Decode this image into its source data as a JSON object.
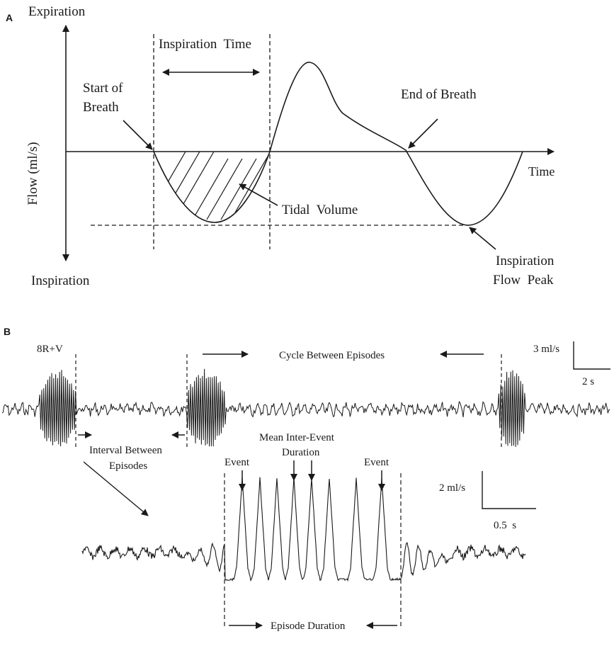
{
  "panel_a": {
    "label": "A",
    "expiration": "Expiration",
    "inspiration": "Inspiration",
    "flow_axis": "Flow (ml/s)",
    "time_axis": "Time",
    "inspiration_time": "Inspiration  Time",
    "start_of_breath": [
      "Start of",
      "Breath"
    ],
    "end_of_breath": "End of Breath",
    "tidal_volume": "Tidal  Volume",
    "inspiration_flow_peak": [
      "Inspiration",
      "Flow  Peak"
    ]
  },
  "panel_b": {
    "label": "B",
    "stim_label": "8R+V",
    "cycle_between_episodes": "Cycle Between Episodes",
    "interval_between_episodes": [
      "Interval Between",
      "Episodes"
    ],
    "mean_inter_event_duration": [
      "Mean Inter-Event",
      "Duration"
    ],
    "event_left": "Event",
    "event_right": "Event",
    "episode_duration": "Episode Duration",
    "scale_top": {
      "flow": "3 ml/s",
      "time": "2 s"
    },
    "scale_bottom": {
      "flow": "2 ml/s",
      "time": "0.5  s"
    }
  }
}
